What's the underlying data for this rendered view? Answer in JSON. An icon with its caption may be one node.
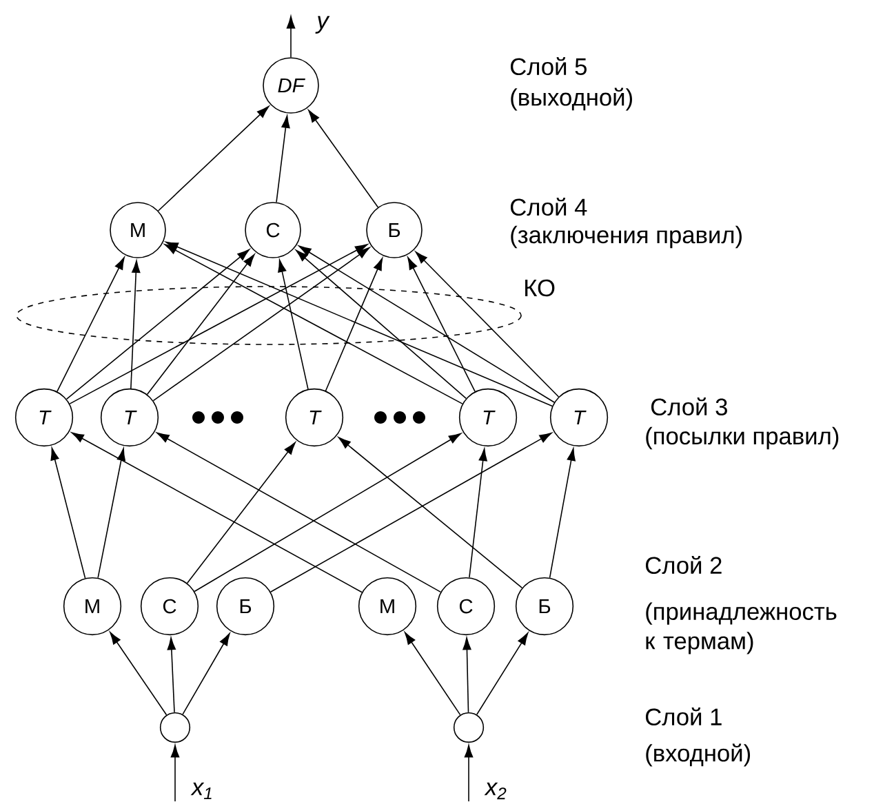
{
  "diagram": {
    "nodes": [
      {
        "text": [
          "DF"
        ]
      },
      {
        "text": [
          "М"
        ]
      },
      {
        "text": [
          "С"
        ]
      },
      {
        "text": [
          "Б"
        ]
      },
      {
        "text": [
          "T"
        ]
      },
      {
        "text": [
          "T"
        ]
      },
      {
        "text": [
          "T"
        ]
      },
      {
        "text": [
          "T"
        ]
      },
      {
        "text": [
          "T"
        ]
      },
      {
        "text": [
          "М"
        ]
      },
      {
        "text": [
          "С"
        ]
      },
      {
        "text": [
          "Б"
        ]
      },
      {
        "text": [
          "М"
        ]
      },
      {
        "text": [
          "С"
        ]
      },
      {
        "text": [
          "Б"
        ]
      },
      {
        "text": [],
        "shape": "circle"
      },
      {
        "text": [],
        "shape": "circle"
      },
      {
        "text": [
          "y"
        ]
      },
      {
        "text": [
          "x$_{1}$"
        ]
      },
      {
        "text": [
          "x$_{2}$"
        ]
      }
    ],
    "edges": [
      {
        "from": 0,
        "to": 17,
        "arrow": "to"
      },
      {
        "from": 1,
        "to": 0,
        "arrow": "to"
      },
      {
        "from": 2,
        "to": 0,
        "arrow": "to"
      },
      {
        "from": 3,
        "to": 0,
        "arrow": "to"
      },
      {
        "from": 4,
        "to": 1,
        "arrow": "to"
      },
      {
        "from": 4,
        "to": 2,
        "arrow": "to"
      },
      {
        "from": 4,
        "to": 3,
        "arrow": "to"
      },
      {
        "from": 5,
        "to": 1,
        "arrow": "to"
      },
      {
        "from": 5,
        "to": 2,
        "arrow": "to"
      },
      {
        "from": 5,
        "to": 3,
        "arrow": "to"
      },
      {
        "from": 6,
        "to": 2,
        "arrow": "to"
      },
      {
        "from": 6,
        "to": 3,
        "arrow": "to"
      },
      {
        "from": 7,
        "to": 1,
        "arrow": "to"
      },
      {
        "from": 7,
        "to": 2,
        "arrow": "to"
      },
      {
        "from": 7,
        "to": 3,
        "arrow": "to"
      },
      {
        "from": 8,
        "to": 1,
        "arrow": "to"
      },
      {
        "from": 8,
        "to": 2,
        "arrow": "to"
      },
      {
        "from": 8,
        "to": 3,
        "arrow": "to"
      },
      {
        "from": 9,
        "to": 4,
        "arrow": "to"
      },
      {
        "from": 9,
        "to": 5,
        "arrow": "to"
      },
      {
        "from": 10,
        "to": 6,
        "arrow": "to"
      },
      {
        "from": 10,
        "to": 7,
        "arrow": "to"
      },
      {
        "from": 11,
        "to": 8,
        "arrow": "to"
      },
      {
        "from": 12,
        "to": 4,
        "arrow": "to"
      },
      {
        "from": 13,
        "to": 5,
        "arrow": "to"
      },
      {
        "from": 13,
        "to": 7,
        "arrow": "to"
      },
      {
        "from": 14,
        "to": 6,
        "arrow": "to"
      },
      {
        "from": 14,
        "to": 8,
        "arrow": "to"
      },
      {
        "from": 15,
        "to": 9,
        "arrow": "to"
      },
      {
        "from": 15,
        "to": 10,
        "arrow": "to"
      },
      {
        "from": 15,
        "to": 11,
        "arrow": "to"
      },
      {
        "from": 16,
        "to": 12,
        "arrow": "to"
      },
      {
        "from": 16,
        "to": 13,
        "arrow": "to"
      },
      {
        "from": 16,
        "to": 14,
        "arrow": "to"
      },
      {
        "from": 18,
        "to": 15,
        "arrow": "to"
      },
      {
        "from": 19,
        "to": 16,
        "arrow": "to"
      }
    ],
    "labels": [
      "Слой 5",
      "(выходной)",
      "Слой 4",
      "(заключения правил)",
      "КО",
      "Слой 3",
      "(посылки правил)",
      "Слой 2",
      "(принадлежность к термам)",
      "Слой 1",
      "(входной)"
    ]
  }
}
